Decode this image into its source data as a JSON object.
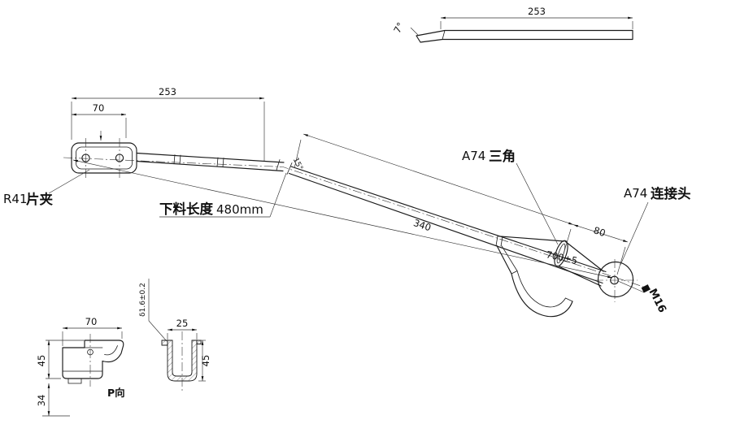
{
  "page": {
    "background": "#ffffff",
    "ink": "#1a1a1a"
  },
  "top_view": {
    "dim_length": "253",
    "tip_angle": "7°"
  },
  "main": {
    "dim_overall": "253",
    "dim_clamp": "70",
    "clamp_label_prefix": "R41",
    "clamp_label_suffix": "片夹",
    "blank_label": "下料长度",
    "blank_value": "480mm",
    "dim_mid": "340",
    "triangle_label_prefix": "A74",
    "triangle_label_suffix": "三角",
    "connector_label_prefix": "A74",
    "connector_label_suffix": "连接头",
    "dim_total": "700±5",
    "dim_end": "80",
    "thread_label": "M16",
    "bend_angle": "15°"
  },
  "detail_p": {
    "dim_width": "70",
    "dim_height": "45",
    "dim_foot": "34",
    "view_label": "P向"
  },
  "detail_section": {
    "dim_width": "25",
    "dim_height": "45",
    "thickness_note": "δ1.6±0.2"
  }
}
